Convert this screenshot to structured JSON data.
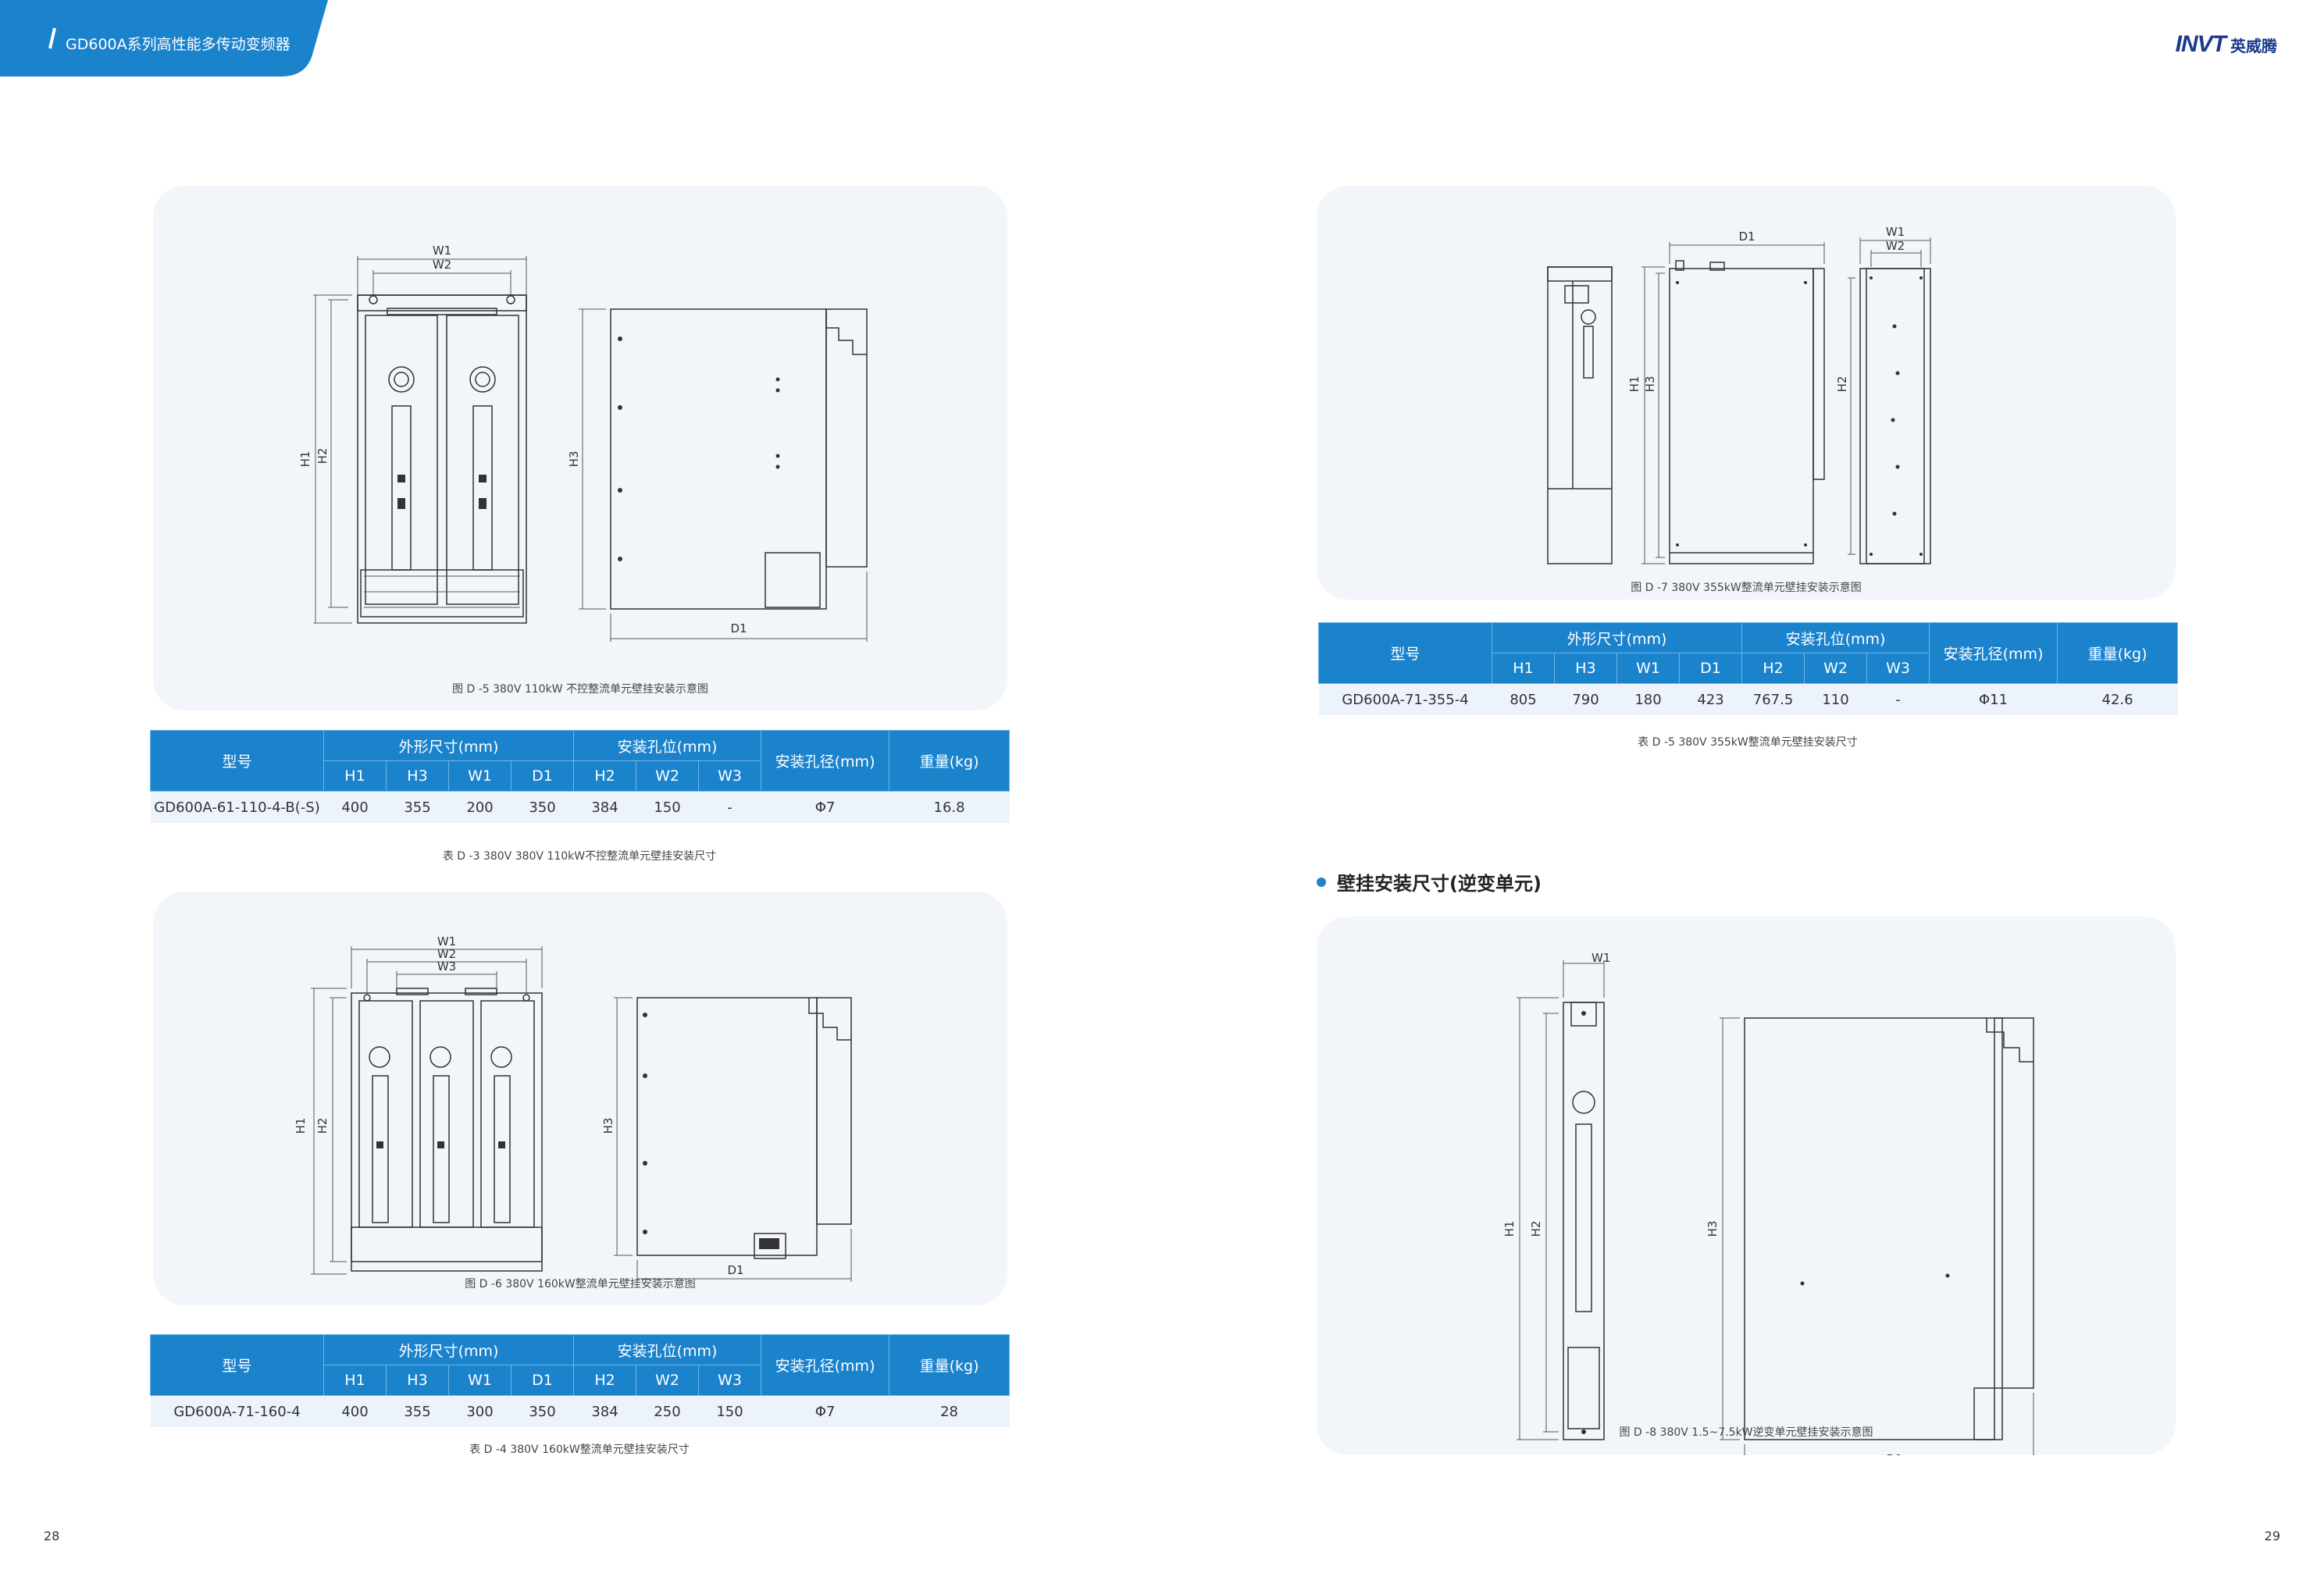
{
  "header": {
    "title": "GD600A系列高性能多传动变频器"
  },
  "logo": {
    "mark": "INVT",
    "cn": "英威腾"
  },
  "colors": {
    "accent": "#1b82cc",
    "panel": "#f2f6fb",
    "table_row": "#edf3fa",
    "logo": "#1a3a8a"
  },
  "dim": {
    "W1": "W1",
    "W2": "W2",
    "W3": "W3",
    "H1": "H1",
    "H2": "H2",
    "H3": "H3",
    "D1": "D1"
  },
  "figures": {
    "f5": {
      "caption": "图 D -5 380V 110kW 不控整流单元壁挂安装示意图"
    },
    "f6": {
      "caption": "图 D -6 380V 160kW整流单元壁挂安装示意图"
    },
    "f7": {
      "caption": "图 D -7 380V 355kW整流单元壁挂安装示意图"
    },
    "f8": {
      "caption": "图 D -8 380V 1.5~7.5kW逆变单元壁挂安装示意图"
    }
  },
  "table_headers": {
    "model": "型号",
    "outline": "外形尺寸(mm)",
    "mount": "安装孔位(mm)",
    "hole": "安装孔径(mm)",
    "weight": "重量(kg)",
    "H1": "H1",
    "H3": "H3",
    "W1": "W1",
    "D1": "D1",
    "H2": "H2",
    "W2": "W2",
    "W3": "W3"
  },
  "tables": {
    "t3": {
      "caption": "表 D -3 380V 380V 110kW不控整流单元壁挂安装尺寸",
      "row": [
        "GD600A-61-110-4-B(-S)",
        "400",
        "355",
        "200",
        "350",
        "384",
        "150",
        "-",
        "Φ7",
        "16.8"
      ]
    },
    "t4": {
      "caption": "表 D -4 380V 160kW整流单元壁挂安装尺寸",
      "row": [
        "GD600A-71-160-4",
        "400",
        "355",
        "300",
        "350",
        "384",
        "250",
        "150",
        "Φ7",
        "28"
      ]
    },
    "t5": {
      "caption": "表 D -5 380V 355kW整流单元壁挂安装尺寸",
      "row": [
        "GD600A-71-355-4",
        "805",
        "790",
        "180",
        "423",
        "767.5",
        "110",
        "-",
        "Φ11",
        "42.6"
      ]
    }
  },
  "section": {
    "title": "壁挂安装尺寸(逆变单元)"
  },
  "page_numbers": {
    "left": "28",
    "right": "29"
  }
}
